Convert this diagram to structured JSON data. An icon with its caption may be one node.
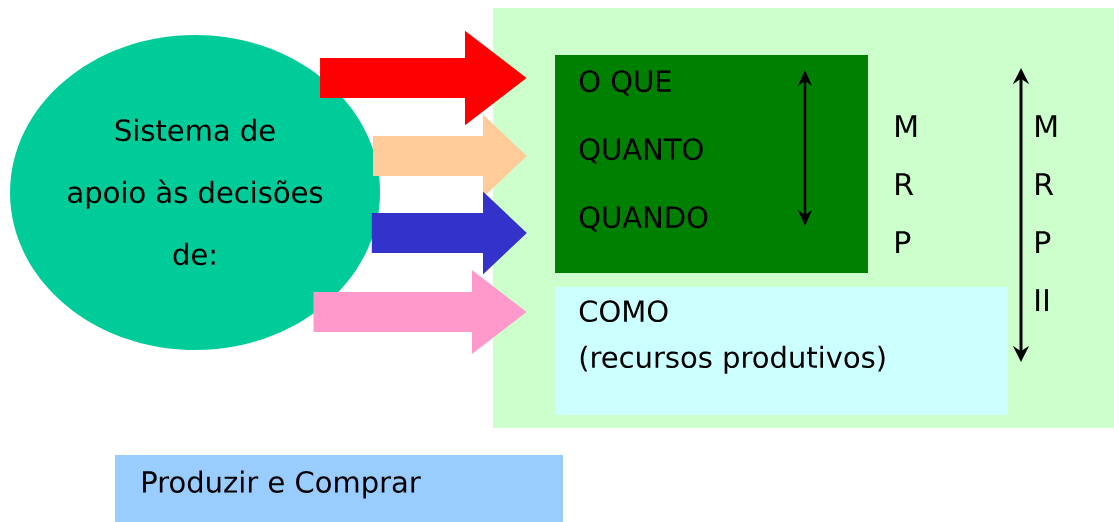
{
  "diagram": {
    "nodes": [
      {
        "text": [
          "Sistema de apoio às decisões de:"
        ]
      },
      {
        "text": [],
        "shape": "box"
      },
      {
        "text": [
          "O QUE",
          "QUANTO",
          "QUANDO"
        ],
        "in": 1
      },
      {
        "text": [
          "COMO",
          "(recursos produtivos)"
        ],
        "in": 1
      },
      {
        "text": [
          "Produzir e Comprar"
        ]
      }
    ],
    "edges": [
      {
        "from": 0,
        "to": 2,
        "arrow": "to",
        "color": "#ff0000"
      },
      {
        "from": 0,
        "to": 2,
        "arrow": "to",
        "color": "#ffcc99"
      },
      {
        "from": 0,
        "to": 2,
        "arrow": "to",
        "color": "#3333cc"
      },
      {
        "from": 0,
        "to": 3,
        "arrow": "to",
        "color": "#ff99cc"
      }
    ],
    "labels": [
      "M R P",
      "M R P II"
    ]
  }
}
